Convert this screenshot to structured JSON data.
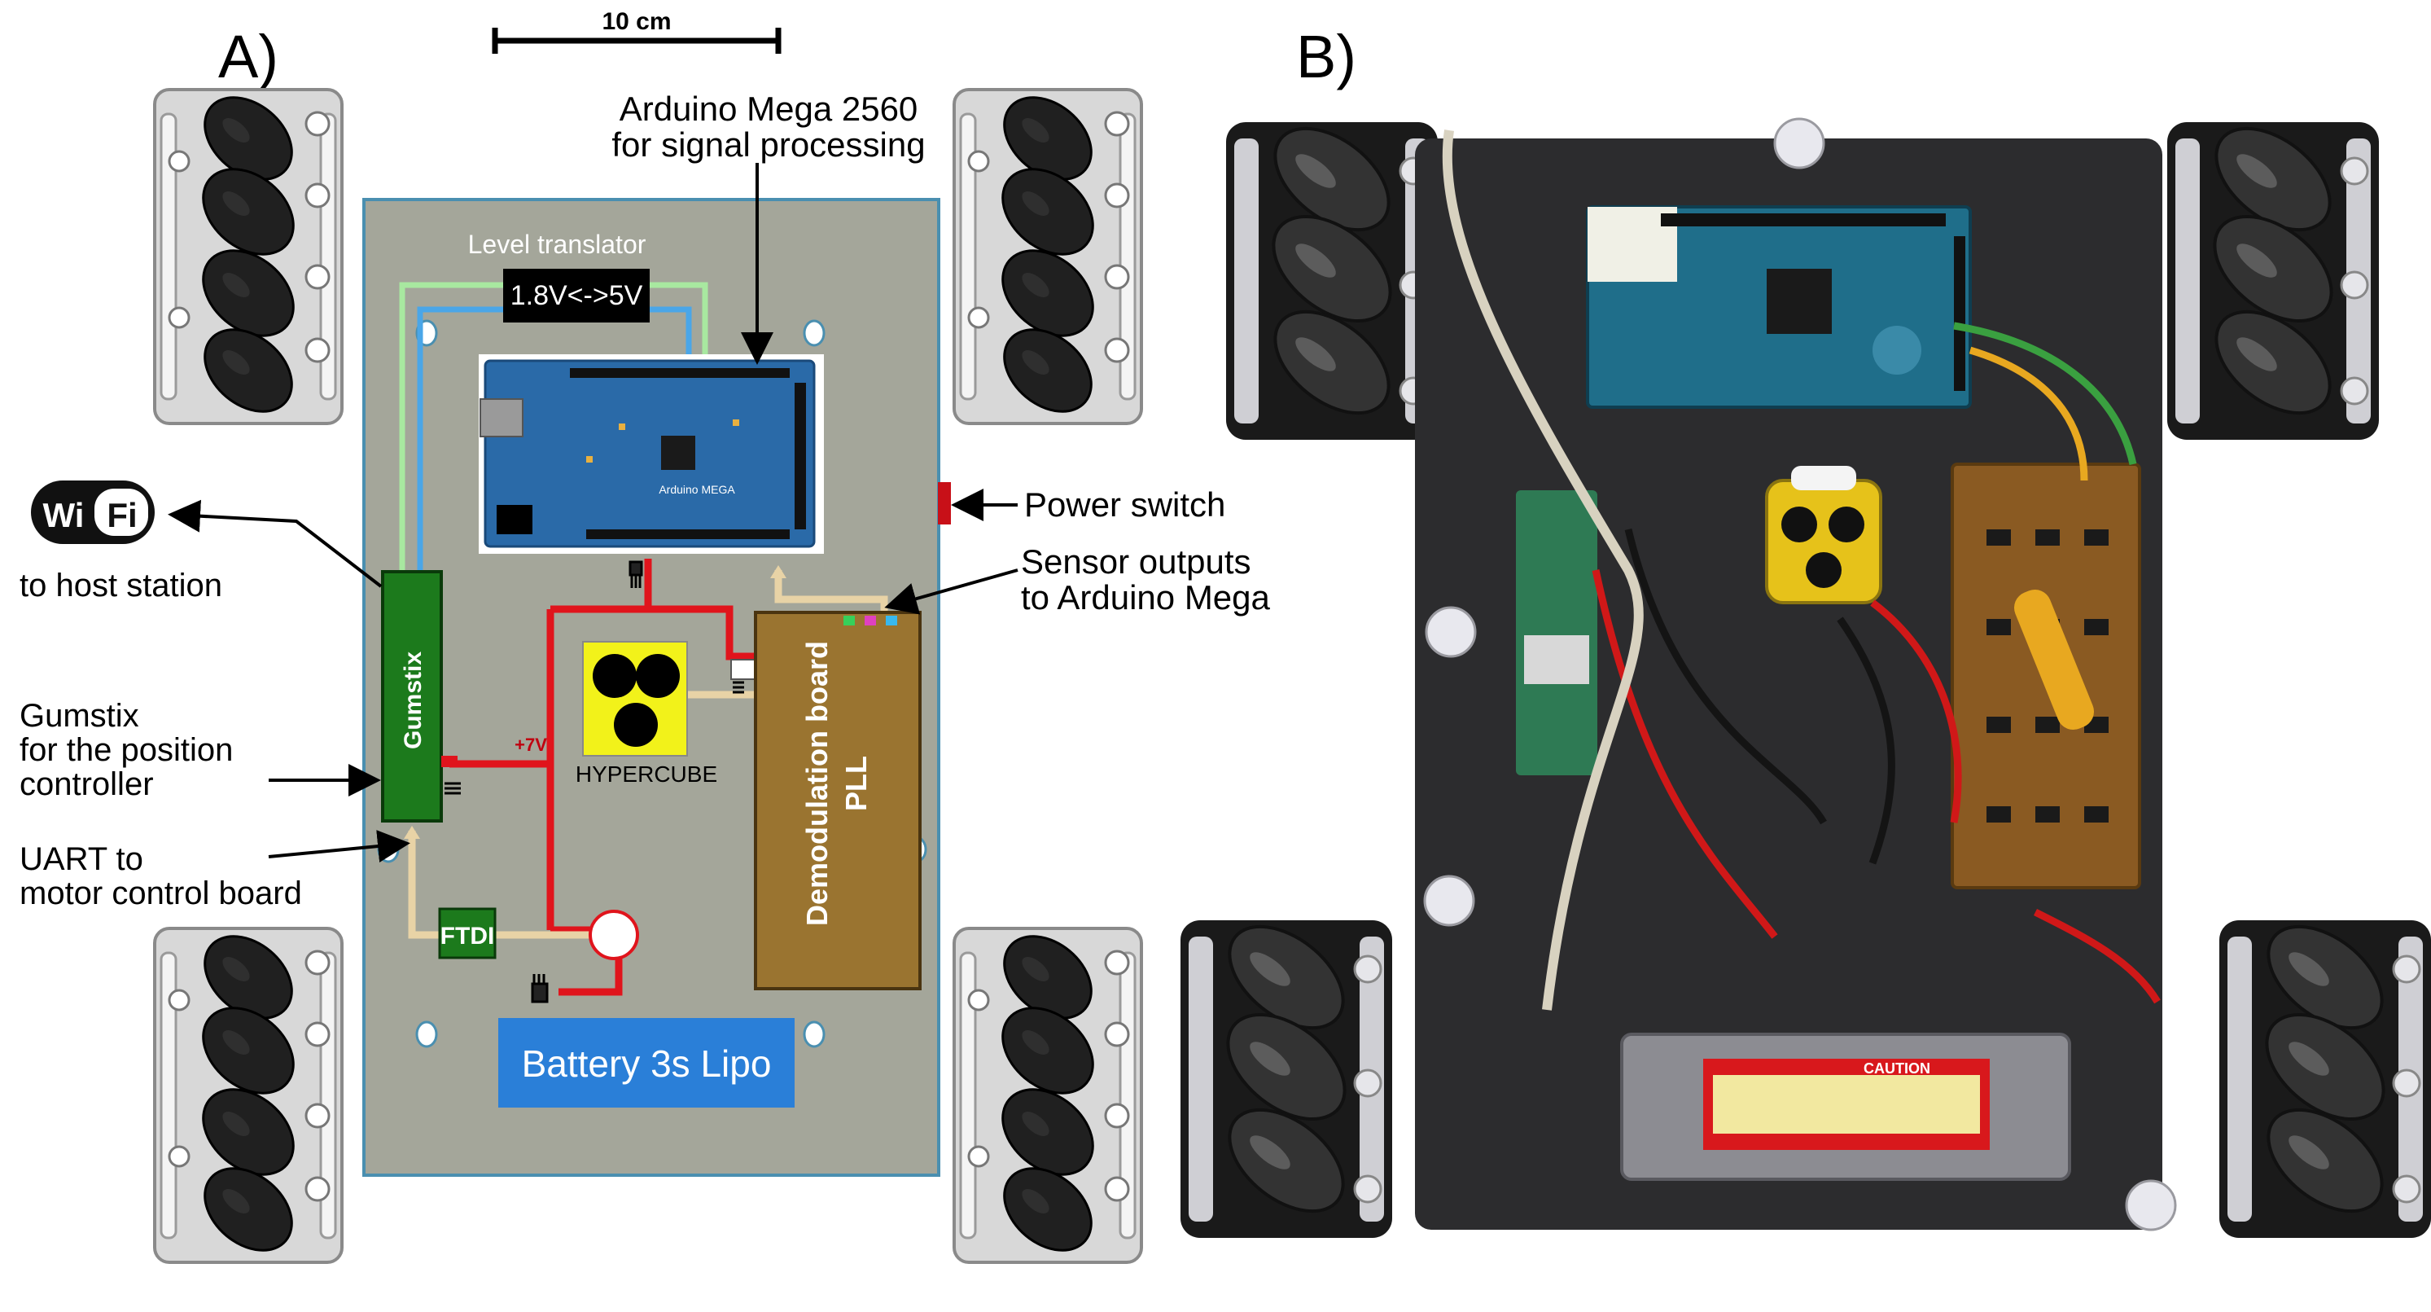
{
  "panels": {
    "a_label": "A)",
    "b_label": "B)"
  },
  "scale_bar": {
    "label": "10 cm"
  },
  "components": {
    "level_translator_title": "Level translator",
    "level_translator_value": "1.8V<->5V",
    "gumstix": "Gumstix",
    "ftdi": "FTDI",
    "hypercube": "HYPERCUBE",
    "demod_line1": "Demodulation board",
    "demod_line2": "PLL",
    "battery": "Battery 3s Lipo",
    "voltage": "+7V",
    "arduino_board_text": "Arduino MEGA"
  },
  "annotations": {
    "arduino_line1": "Arduino Mega 2560",
    "arduino_line2": "for signal processing",
    "wifi_logo_left": "Wi",
    "wifi_logo_right": "Fi",
    "wifi_caption": "to host station",
    "gumstix_line1": "Gumstix",
    "gumstix_line2": "for the position",
    "gumstix_line3": "controller",
    "uart_line1": "UART to",
    "uart_line2": "motor control board",
    "power_switch": "Power switch",
    "sensor_line1": "Sensor outputs",
    "sensor_line2": "to Arduino Mega"
  },
  "photo": {
    "caution_label": "CAUTION"
  },
  "colors": {
    "chassis": "#a4a69a",
    "chassis_border": "#4a8fb0",
    "power_wire": "#e0141c",
    "signal_wire": "#e8d3a6",
    "gumstix_green": "#1c7a1c",
    "arduino_blue": "#2a6aa8",
    "battery_blue": "#2a7fd8",
    "demod_brown": "#9a7430",
    "hypercube_yellow": "#f2f21a",
    "photo_plate": "#2c2c2e"
  }
}
